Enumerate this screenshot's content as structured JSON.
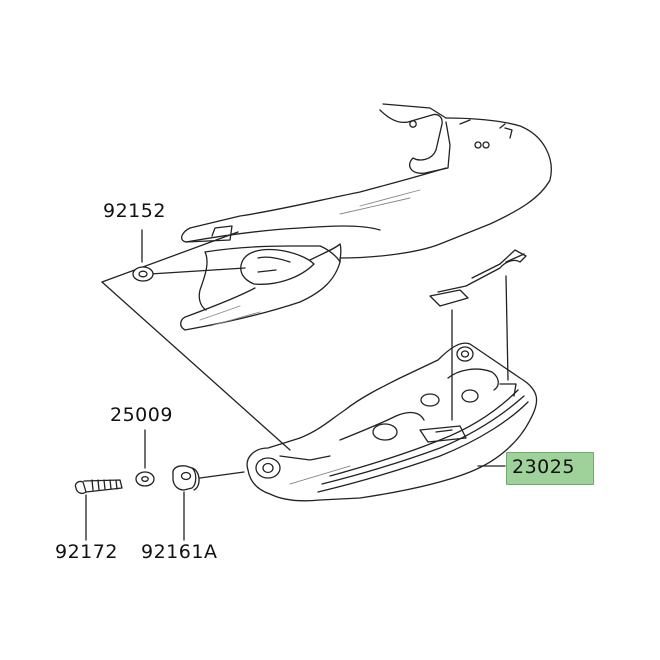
{
  "diagram": {
    "highlight_color": "#9fd29a",
    "parts": [
      {
        "id": "92152",
        "label": "92152"
      },
      {
        "id": "25009",
        "label": "25009"
      },
      {
        "id": "92172",
        "label": "92172"
      },
      {
        "id": "92161A",
        "label": "92161A"
      },
      {
        "id": "23025",
        "label": "23025",
        "highlighted": true
      }
    ]
  }
}
